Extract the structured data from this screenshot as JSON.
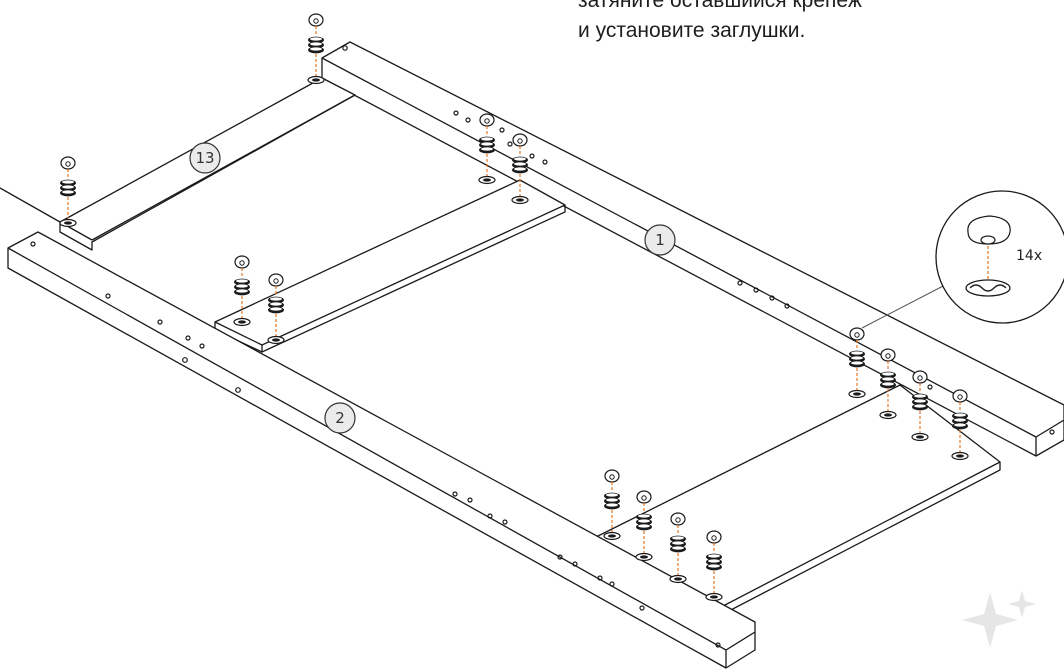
{
  "instruction": {
    "line1": "затяните оставшийся крепеж",
    "line2": "и установите заглушки."
  },
  "part_labels": [
    "13",
    "1",
    "2"
  ],
  "detail_callout": {
    "quantity": "14x"
  },
  "colors": {
    "outline": "#1a1a1a",
    "guide_line": "#e87722",
    "label_circle": "#ebebeb"
  }
}
